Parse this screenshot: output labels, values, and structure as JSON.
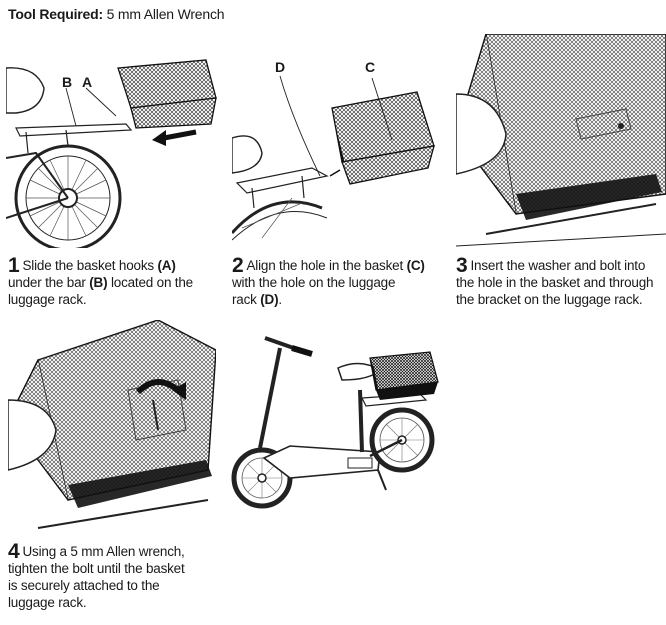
{
  "tool": {
    "label": "Tool Required:",
    "value": "5 mm Allen Wrench"
  },
  "callouts": {
    "a": "A",
    "b": "B",
    "c": "C",
    "d": "D"
  },
  "steps": [
    {
      "number": "1",
      "t1": "Slide the basket hooks ",
      "r1": "(A)",
      "t2": "under the bar ",
      "r2": "(B)",
      "t3": " located on the",
      "t4": "luggage rack."
    },
    {
      "number": "2",
      "t1": "Align the hole in the basket ",
      "r1": "(C)",
      "t2": "with the hole on the luggage",
      "t3": "rack ",
      "r2": "(D)",
      "t4": "."
    },
    {
      "number": "3",
      "t1": "Insert the washer and bolt into",
      "t2": "the hole in the basket and through",
      "t3": "the bracket on the luggage rack."
    },
    {
      "number": "4",
      "t1": "Using a 5 mm Allen wrench,",
      "t2": "tighten the bolt until the basket",
      "t3": "is securely attached to the",
      "t4": "luggage rack."
    }
  ]
}
